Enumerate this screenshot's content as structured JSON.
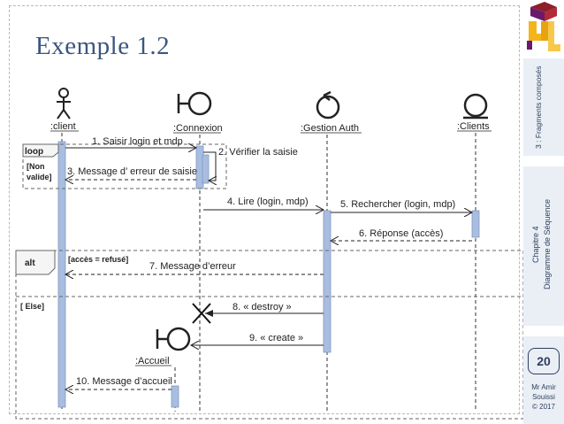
{
  "slide": {
    "title": "Exemple 1.2",
    "page_number": "20",
    "sidebar": {
      "section": "3 : Fragments composés",
      "chapter_line1": "Chapitre 4",
      "chapter_line2": "Diagramme de Séquence"
    },
    "author": [
      "Mr Amir",
      "Souissi",
      "© 2017"
    ]
  },
  "diagram": {
    "lifelines": [
      {
        "label": ":client",
        "kind": "actor-icon"
      },
      {
        "label": ":Connexion",
        "kind": "boundary-icon"
      },
      {
        "label": ":Gestion Auth",
        "kind": "control-icon"
      },
      {
        "label": ":Clients",
        "kind": "entity-icon"
      },
      {
        "label": ":Accueil",
        "kind": "boundary-icon"
      }
    ],
    "fragments": [
      {
        "operator": "loop",
        "guard": "[Non valide]"
      },
      {
        "operator": "alt",
        "guard": "[accès = refusé]",
        "else_guard": "[ Else]"
      }
    ],
    "guard_lines": [
      "[Non",
      "valide]"
    ],
    "messages": [
      "1. Saisir login et mdp",
      "2. Vérifier la saisie",
      "3. Message d’ erreur de saisie",
      "4. Lire (login, mdp)",
      "5. Rechercher (login, mdp)",
      "6. Réponse (accès)",
      "7. Message d’erreur",
      "8. « destroy »",
      "9. « create »",
      "10. Message d’accueil"
    ]
  }
}
